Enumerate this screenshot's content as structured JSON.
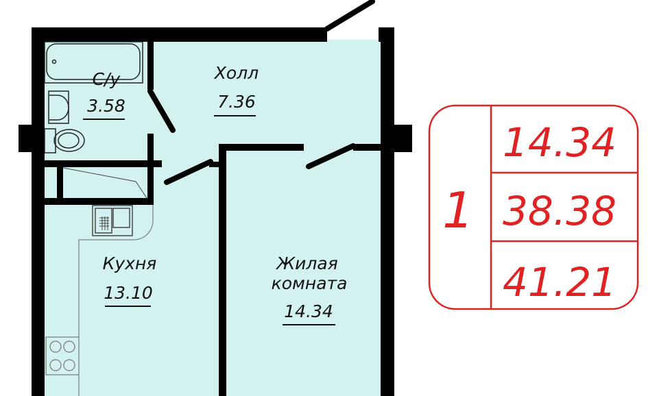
{
  "rooms": {
    "bathroom": {
      "name": "С/у",
      "area": "3.58"
    },
    "hall": {
      "name": "Холл",
      "area": "7.36"
    },
    "kitchen": {
      "name": "Кухня",
      "area": "13.10"
    },
    "living_room": {
      "name_line1": "Жилая",
      "name_line2": "комната",
      "area": "14.34"
    }
  },
  "summary": {
    "rooms_count": "1",
    "living_area": "14.34",
    "total_living": "38.38",
    "total_area": "41.21"
  },
  "colors": {
    "floor": "#d3f2ef",
    "wall": "#000000",
    "accent": "#e02222"
  }
}
